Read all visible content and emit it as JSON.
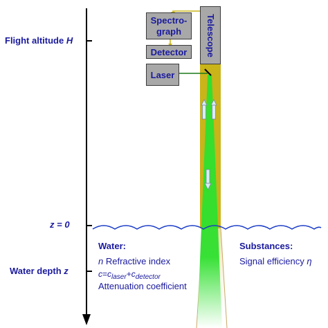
{
  "left_labels": {
    "flight_altitude": "Flight altitude",
    "flight_altitude_symbol": "H",
    "surface": "z = 0",
    "water_depth": "Water depth",
    "water_depth_symbol": "z"
  },
  "instrument": {
    "spectrograph_line1": "Spectro-",
    "spectrograph_line2": "graph",
    "detector": "Detector",
    "laser": "Laser",
    "telescope": "Telescope"
  },
  "water": {
    "heading": "Water:",
    "refractive_symbol": "n",
    "refractive_text": "Refractive index",
    "c_symbol": "c",
    "c_eq": "=",
    "c_laser": "c",
    "c_laser_sub": "laser",
    "c_plus": "+",
    "c_detector": "c",
    "c_detector_sub": "detector",
    "attenuation": "Attenuation coefficient"
  },
  "substances": {
    "heading": "Substances:",
    "efficiency_text": "Signal efficiency",
    "efficiency_symbol": "η"
  },
  "colors": {
    "text": "#1a1a9e",
    "beam_column": "#c9b41a",
    "laser_beam": "#2ee02e",
    "wave": "#1a3cc8",
    "box_fill": "#a8a8a8",
    "arrow_fill": "#d8ecf5"
  }
}
